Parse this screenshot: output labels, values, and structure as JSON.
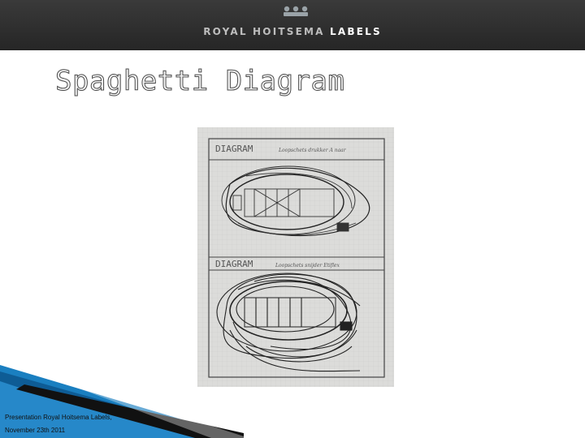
{
  "header": {
    "brand_part1": "ROYAL HOITSEMA",
    "brand_part2": "LABELS",
    "background_color": "#2e2e2e"
  },
  "slide": {
    "title": "Spaghetti Diagram"
  },
  "photo": {
    "top_heading": "DIAGRAM",
    "top_subtitle": "Loopschets drukker A naar",
    "bottom_heading": "DIAGRAM",
    "bottom_subtitle": "Loopschets snijder Etiflex"
  },
  "footer": {
    "line1": "Presentation Royal Hoitsema Labels,",
    "line2": "November 23th 2011"
  },
  "colors": {
    "swoosh_blue": "#1a7fc0",
    "swoosh_black": "#111111"
  }
}
